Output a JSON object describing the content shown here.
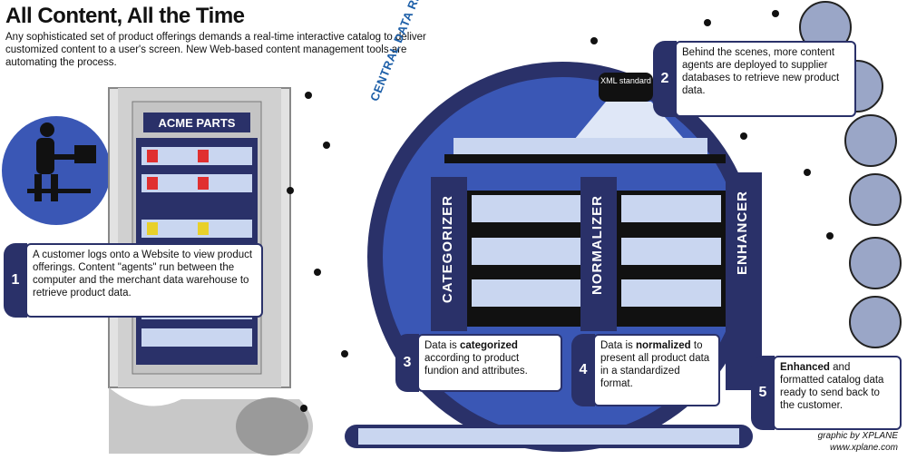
{
  "header": {
    "title": "All Content, All the Time",
    "subtitle": "Any sophisticated set of product offerings demands a real-time interactive catalog to deliver customized content to a user's screen. New Web-based content management tools are automating the process."
  },
  "store": {
    "sign": "ACME PARTS"
  },
  "repository": {
    "label": "CENTRAL DATA REPOSITORY",
    "xml_label": "XML standard"
  },
  "stages": {
    "categorizer": "CATEGORIZER",
    "normalizer": "NORMALIZER",
    "enhancer": "ENHANCER"
  },
  "steps": [
    {
      "num": "1",
      "text": "A customer logs onto a Website to view product offerings. Content \"agents\" run between the computer and the merchant data warehouse to retrieve product data."
    },
    {
      "num": "2",
      "text": "Behind the scenes, more content agents are deployed to supplier databases to retrieve new product data."
    },
    {
      "num": "3",
      "lead": "Data is ",
      "strong": "categorized",
      "text": " according to product fundion and attributes."
    },
    {
      "num": "4",
      "lead": "Data is ",
      "strong": "normalized",
      "text": " to present all product data in a standardized format."
    },
    {
      "num": "5",
      "strong": "Enhanced",
      "text": " and formatted catalog data ready to send back to the customer."
    }
  ],
  "credit": {
    "line1": "graphic by XPLANE",
    "line2": "www.xplane.com"
  },
  "colors": {
    "navy": "#2a3169",
    "blue": "#3a57b5",
    "light": "#c9d6f0",
    "accent_red": "#e03030",
    "accent_yellow": "#e8d02a"
  }
}
